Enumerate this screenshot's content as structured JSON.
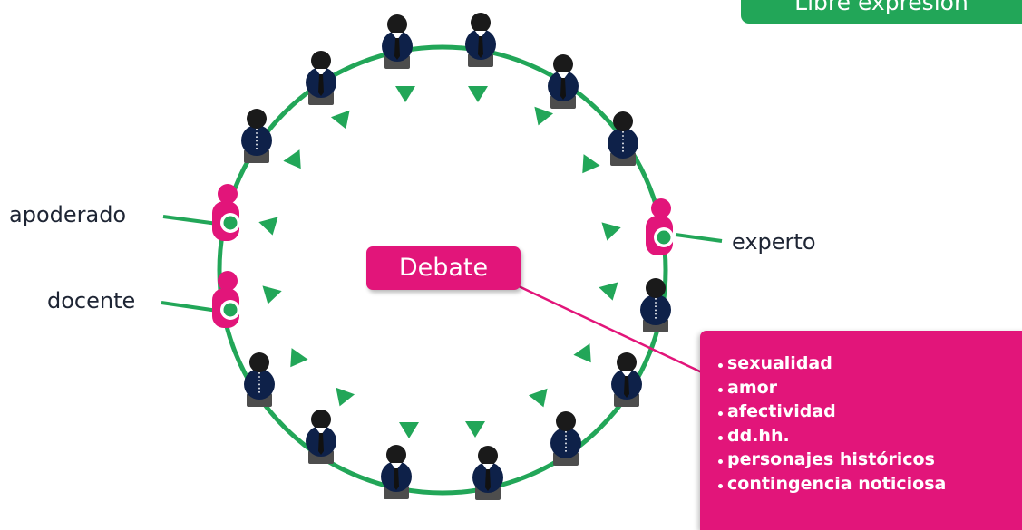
{
  "badge": {
    "label": "Libre expresión"
  },
  "center_label": "Debate",
  "roles": {
    "apoderado": "apoderado",
    "docente": "docente",
    "experto": "experto"
  },
  "topics": [
    "sexualidad",
    "amor",
    "afectividad",
    "dd.hh.",
    "personajes históricos",
    "contingencia noticiosa"
  ],
  "colors": {
    "circle": "#22a658",
    "student": "#0e2149",
    "head": "#1a1a1a",
    "adult": "#e2157a",
    "arrow": "#22a658"
  }
}
